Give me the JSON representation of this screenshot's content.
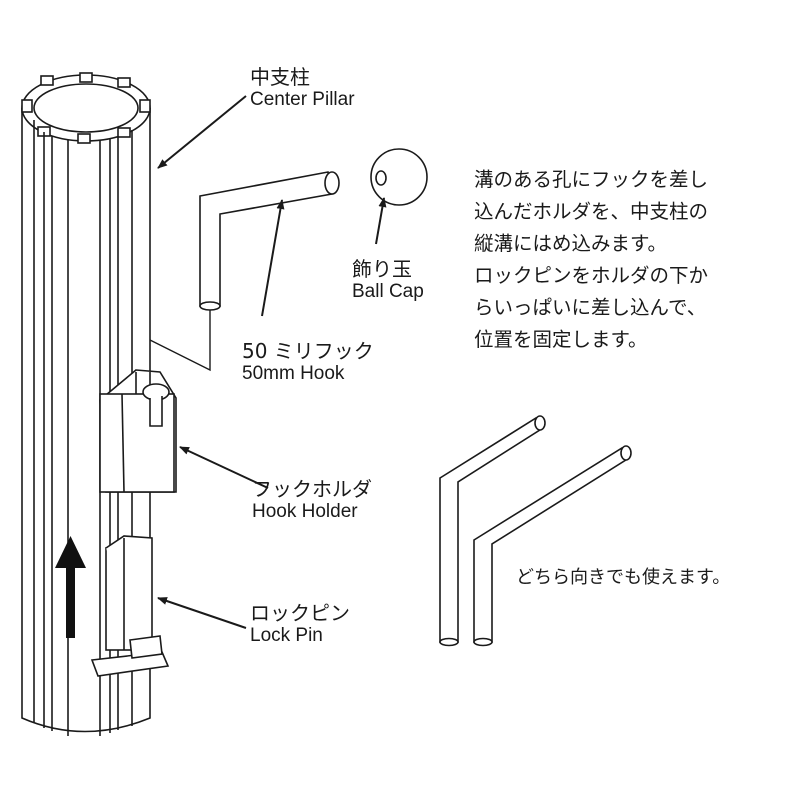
{
  "labels": {
    "center_pillar": {
      "ja": "中支柱",
      "en": "Center Pillar"
    },
    "ball_cap": {
      "ja": "飾り玉",
      "en": "Ball Cap"
    },
    "hook": {
      "ja": "50 ミリフック",
      "en": "50mm Hook"
    },
    "hook_holder": {
      "ja": "フックホルダ",
      "en": "Hook Holder"
    },
    "lock_pin": {
      "ja": "ロックピン",
      "en": "Lock Pin"
    }
  },
  "instructions": [
    "溝のある孔にフックを差し",
    "込んだホルダを、中支柱の",
    "縦溝にはめ込みます。",
    "ロックピンをホルダの下か",
    "らいっぱいに差し込んで、",
    "位置を固定します。"
  ],
  "orientation_note": "どちら向きでも使えます。",
  "colors": {
    "line": "#1a1a1a",
    "fill": "#ffffff"
  }
}
